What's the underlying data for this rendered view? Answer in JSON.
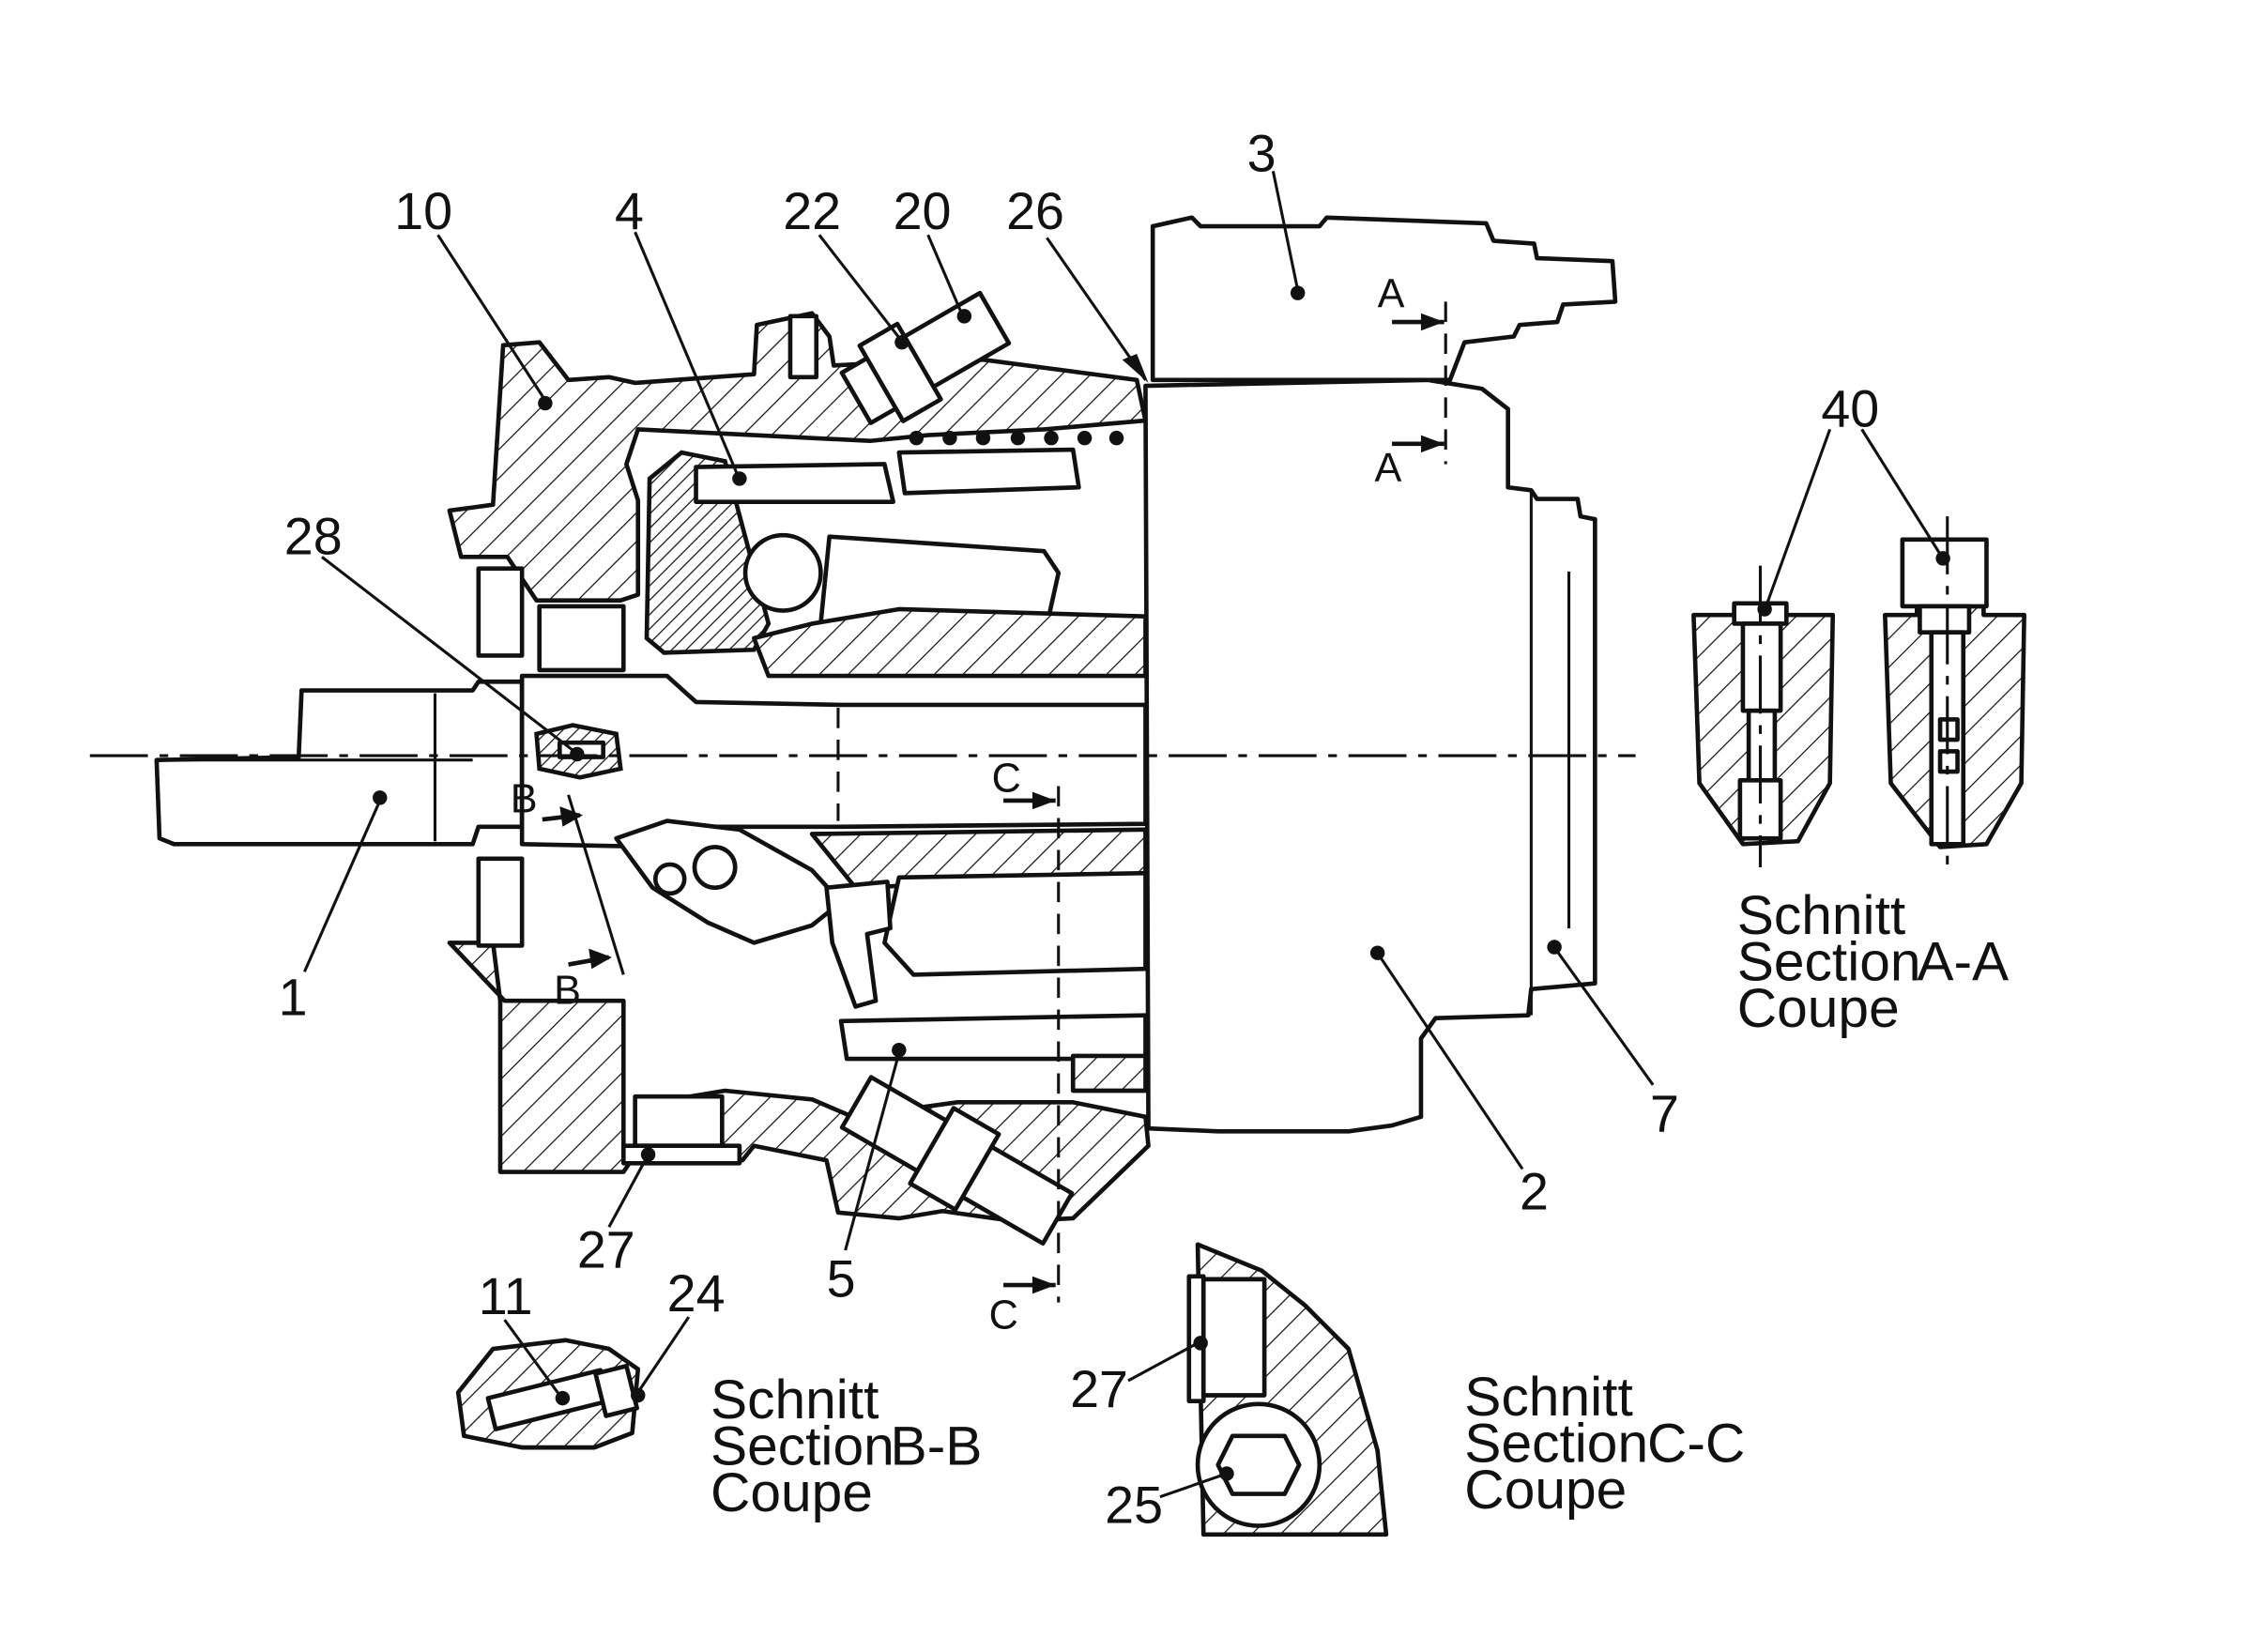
{
  "callouts": {
    "c1": "1",
    "c2": "2",
    "c3": "3",
    "c4": "4",
    "c5": "5",
    "c7": "7",
    "c10": "10",
    "c11": "11",
    "c20": "20",
    "c22": "22",
    "c24": "24",
    "c25": "25",
    "c26": "26",
    "c27": "27",
    "c27b": "27",
    "c28": "28",
    "c40": "40"
  },
  "section_marks": {
    "a_top": "A",
    "a_bottom": "A",
    "b_top": "B",
    "b_bottom": "B",
    "c_top": "C",
    "c_bottom": "C"
  },
  "captions": {
    "aa": {
      "line1": "Schnitt",
      "line2": "Section",
      "line3": "Coupe",
      "id": "A-A"
    },
    "bb": {
      "line1": "Schnitt",
      "line2": "Section",
      "line3": "Coupe",
      "id": "B-B"
    },
    "cc": {
      "line1": "Schnitt",
      "line2": "Section",
      "line3": "Coupe",
      "id": "C-C"
    }
  }
}
